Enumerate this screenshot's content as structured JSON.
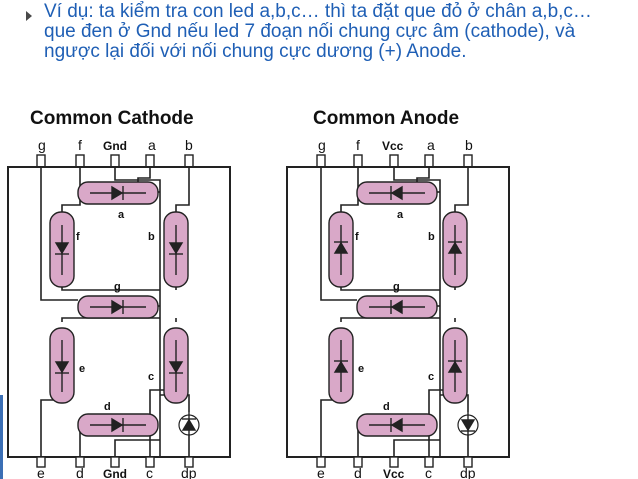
{
  "slide": {
    "bullet_text": "Ví dụ: ta kiểm tra con led a,b,c… thì ta đặt que đỏ ở chân a,b,c… que đen ở Gnd nếu led 7 đoạn nối chung cực âm (cathode), và ngược lại đối với nối chung cực dương (+) Anode."
  },
  "diagrams": [
    {
      "title": "Common Cathode",
      "top_pins": [
        "g",
        "f",
        "Gnd",
        "a",
        "b"
      ],
      "bottom_pins": [
        "e",
        "d",
        "Gnd",
        "c",
        "dp"
      ],
      "segments": [
        "a",
        "f",
        "b",
        "g",
        "e",
        "c",
        "d"
      ]
    },
    {
      "title": "Common Anode",
      "top_pins": [
        "g",
        "f",
        "Vcc",
        "a",
        "b"
      ],
      "bottom_pins": [
        "e",
        "d",
        "Vcc",
        "c",
        "dp"
      ],
      "segments": [
        "a",
        "f",
        "b",
        "g",
        "e",
        "c",
        "d"
      ]
    }
  ],
  "colors": {
    "text_blue": "#1f5fb5",
    "segment_fill": "#d9a8c8",
    "line": "#222222"
  }
}
